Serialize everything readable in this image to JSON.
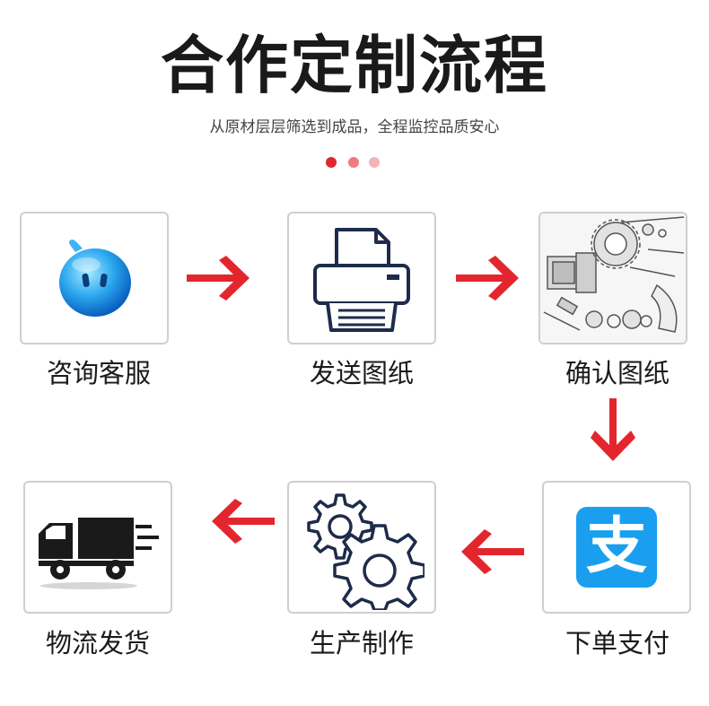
{
  "header": {
    "title": "合作定制流程",
    "subtitle": "从原材层层筛选到成品，全程监控品质安心"
  },
  "colors": {
    "accent": "#e3262d",
    "dot1": "#e3262d",
    "dot2": "#ef7b82",
    "dot3": "#f4b3b6",
    "alipay": "#1a9ff0"
  },
  "steps": [
    {
      "label": "咨询客服",
      "icon": "chat-bubble-icon"
    },
    {
      "label": "发送图纸",
      "icon": "printer-icon"
    },
    {
      "label": "确认图纸",
      "icon": "engineering-drawing-icon"
    },
    {
      "label": "下单支付",
      "icon": "alipay-icon",
      "icon_text": "支"
    },
    {
      "label": "生产制作",
      "icon": "gears-icon"
    },
    {
      "label": "物流发货",
      "icon": "delivery-truck-icon"
    }
  ]
}
